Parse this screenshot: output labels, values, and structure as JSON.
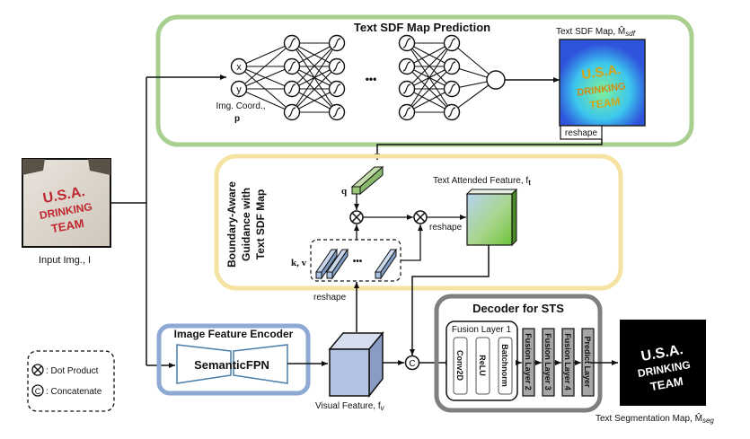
{
  "title": "Text SDF-guided scene text segmentation architecture",
  "sdf_module": {
    "title": "Text SDF Map Prediction",
    "input_label_line1": "Img. Coord.,",
    "input_label_line2": "p",
    "input_x": "x",
    "input_y": "y",
    "ellipsis": "•••",
    "output_label": "Text SDF Map, M̂",
    "output_sub": "sdf",
    "reshape_label": "reshape",
    "border_color": "#a9cf8f"
  },
  "input_image": {
    "label": "Input Img., I",
    "text_lines": [
      "U.S.A.",
      "DRINKING",
      "TEAM"
    ]
  },
  "guidance_module": {
    "title_lines": [
      "Boundary-Aware",
      "Guidance  with",
      "Text SDF Map"
    ],
    "q_label": "q",
    "kv_label": "k, v",
    "reshape_label": "reshape",
    "attended_label": "Text Attended Feature, f",
    "attended_sub": "t",
    "border_color": "#f5e3a3"
  },
  "encoder": {
    "title": "Image Feature Encoder",
    "block_label": "SemanticFPN",
    "reshape_label": "reshape",
    "visual_label": "Visual Feature, f",
    "visual_sub": "v",
    "border_color": "#8ea9d4"
  },
  "decoder": {
    "title": "Decoder for STS",
    "fusion1_title": "Fusion Layer 1",
    "fusion1_parts": [
      "Conv2D",
      "ReLU",
      "Batchnorm"
    ],
    "layers": [
      "Fusion Layer 2",
      "Fusion Layer 3",
      "Fusion Layer 4",
      "Predict Layer"
    ],
    "border_color": "#7f7f7f"
  },
  "output": {
    "label": "Text Segmentation Map, M̂",
    "label_sub": "seg",
    "text_lines": [
      "U.S.A.",
      "DRINKING",
      "TEAM"
    ]
  },
  "legend": {
    "items": [
      {
        "symbol": "⊗",
        "label": ": Dot Product"
      },
      {
        "symbol": "Ⓒ",
        "label": ": Concatenate"
      }
    ]
  }
}
